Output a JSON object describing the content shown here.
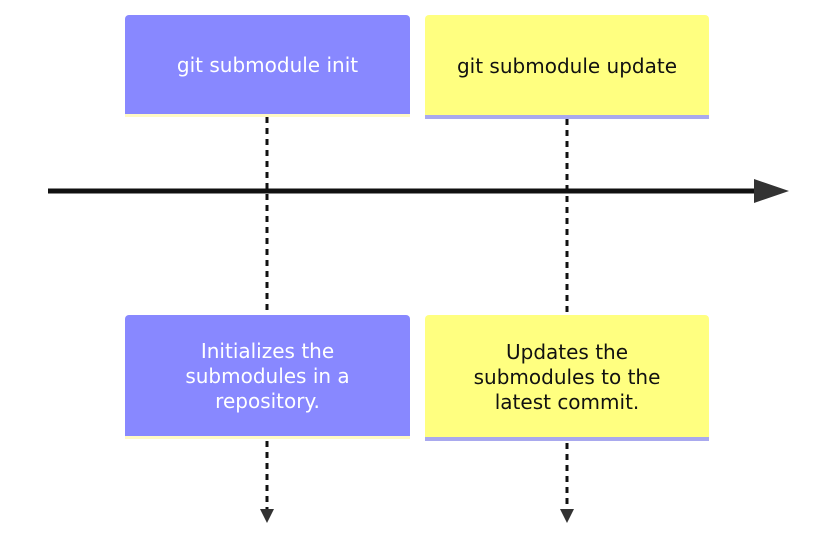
{
  "colors": {
    "purple": "#8888ff",
    "yellow": "#ffff80",
    "timeline": "#111111"
  },
  "periods": [
    {
      "title": "git submodule init",
      "event": "Initializes the submodules in a repository."
    },
    {
      "title": "git submodule update",
      "event": "Updates the submodules to the latest commit."
    }
  ]
}
